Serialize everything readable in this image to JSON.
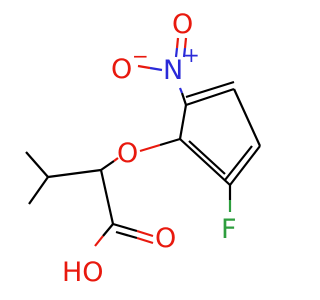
{
  "molecule": {
    "atoms": {
      "oxygen_minus": {
        "symbol": "O",
        "charge": "−"
      },
      "nitrogen": {
        "symbol": "N",
        "charge": "+"
      },
      "ether_oxygen": {
        "symbol": "O"
      },
      "fluorine": {
        "symbol": "F"
      },
      "carbonyl_oxygen": {
        "symbol": "O"
      },
      "hydroxyl": {
        "symbol": "HO"
      }
    },
    "colors": {
      "oxygen": "#e8190e",
      "nitrogen": "#2a2ad8",
      "fluorine": "#2e9e3e",
      "carbon": "#000000"
    }
  }
}
